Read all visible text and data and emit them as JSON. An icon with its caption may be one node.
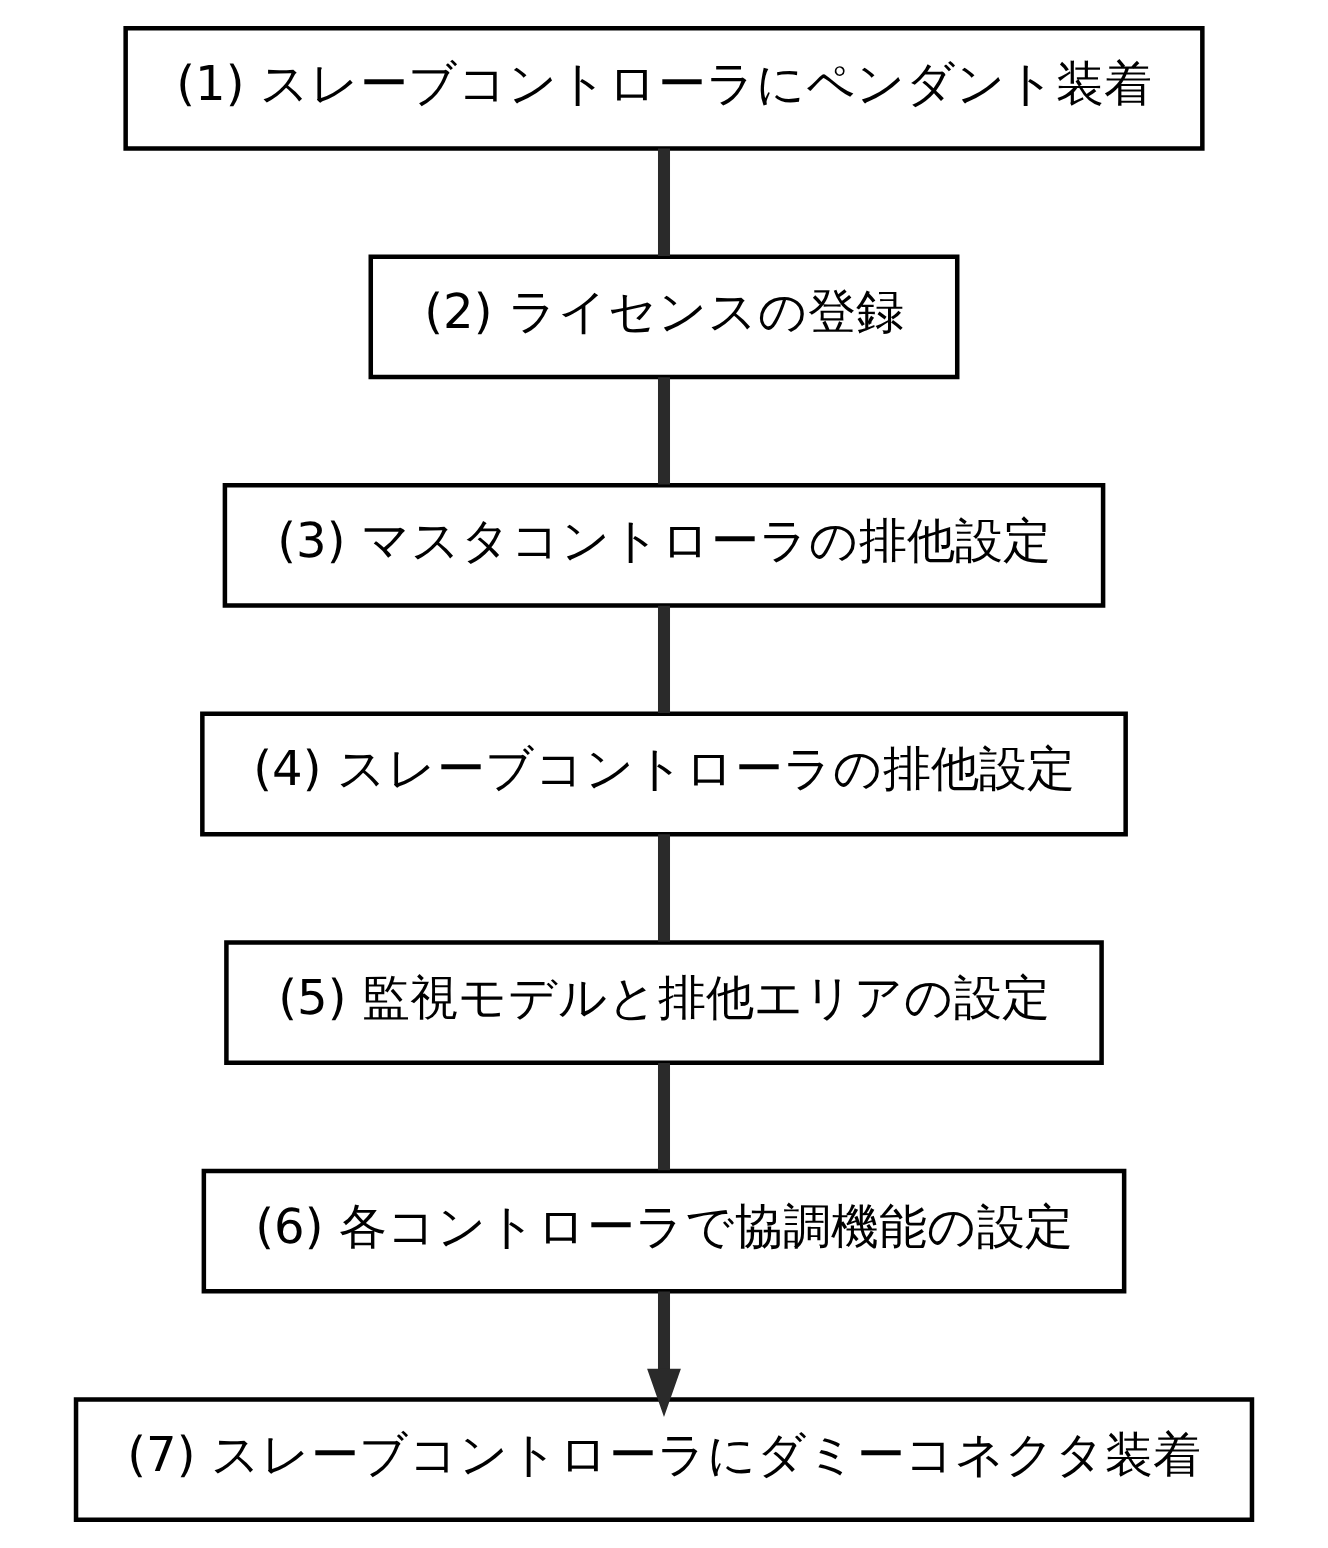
{
  "diagram": {
    "nodes": [
      {
        "text": [
          "(1) スレーブコントローラにペンダント装着"
        ]
      },
      {
        "text": [
          "(2) ライセンスの登録"
        ]
      },
      {
        "text": [
          "(3) マスタコントローラの排他設定"
        ]
      },
      {
        "text": [
          "(4) スレーブコントローラの排他設定"
        ]
      },
      {
        "text": [
          "(5) 監視モデルと排他エリアの設定"
        ]
      },
      {
        "text": [
          "(6) 各コントローラで協調機能の設定"
        ]
      },
      {
        "text": [
          "(7) スレーブコントローラにダミーコネクタ装着"
        ]
      }
    ],
    "edges": [
      {
        "from": 0,
        "to": 1,
        "arrow": "none"
      },
      {
        "from": 1,
        "to": 2,
        "arrow": "none"
      },
      {
        "from": 2,
        "to": 3,
        "arrow": "none"
      },
      {
        "from": 3,
        "to": 4,
        "arrow": "none"
      },
      {
        "from": 4,
        "to": 5,
        "arrow": "none"
      },
      {
        "from": 5,
        "to": 6,
        "arrow": "to"
      }
    ]
  }
}
